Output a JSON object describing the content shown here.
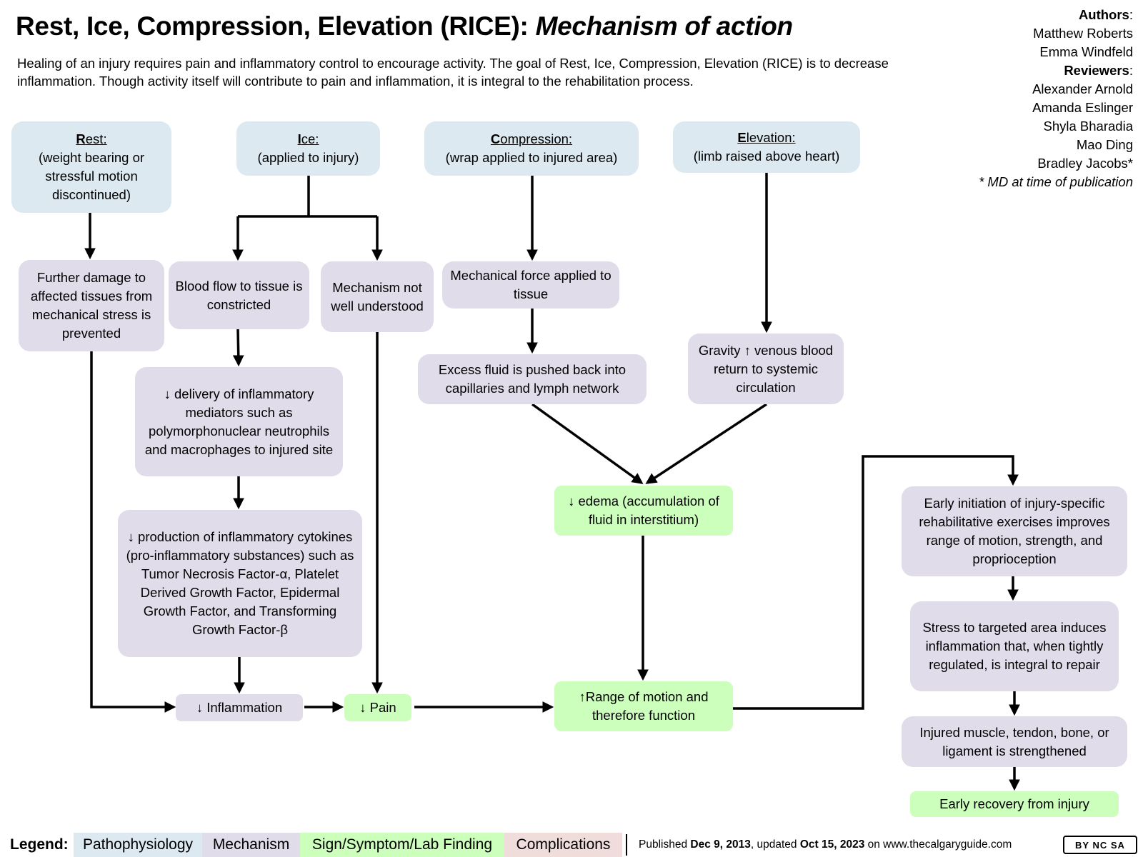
{
  "title": {
    "main": "Rest, Ice, Compression, Elevation (RICE):",
    "sub": "Mechanism of action"
  },
  "intro": "Healing of an injury requires pain and inflammatory control to encourage activity. The goal of Rest, Ice, Compression, Elevation (RICE) is to decrease inflammation. Though activity itself will contribute to pain and inflammation, it is integral to the rehabilitation process.",
  "credits": {
    "authors_heading": "Authors",
    "authors": [
      "Matthew Roberts",
      "Emma Windfeld"
    ],
    "reviewers_heading": "Reviewers",
    "reviewers": [
      "Alexander Arnold",
      "Amanda Eslinger",
      "Shyla Bharadia",
      "Mao Ding",
      "Bradley Jacobs*"
    ],
    "note": "* MD at time of publication"
  },
  "boxes": {
    "rest": {
      "initial": "R",
      "heading_rest": "est:",
      "detail": "(weight bearing or stressful motion discontinued)"
    },
    "ice": {
      "initial": "I",
      "heading_rest": "ce:",
      "detail": "(applied to injury)"
    },
    "compression": {
      "initial": "C",
      "heading_rest": "ompression:",
      "detail": "(wrap applied to injured area)"
    },
    "elevation": {
      "initial": "E",
      "heading_rest": "levation:",
      "detail": "(limb raised above heart)"
    },
    "further_damage": "Further damage to affected tissues from mechanical stress is prevented",
    "blood_flow": "Blood flow to tissue is constricted",
    "mechanism_unknown": "Mechanism not well understood",
    "mechanical_force": "Mechanical force applied to tissue",
    "excess_fluid": "Excess fluid is pushed back into capillaries and lymph network",
    "gravity": "Gravity ↑ venous blood return to systemic circulation",
    "mediators": "↓ delivery of inflammatory mediators such as polymorphonuclear neutrophils and macrophages to injured site",
    "cytokines": "↓ production of inflammatory cytokines (pro-inflammatory substances) such as Tumor Necrosis Factor-α, Platelet Derived Growth Factor, Epidermal Growth Factor, and Transforming Growth Factor-β",
    "edema": "↓ edema (accumulation of fluid in interstitium)",
    "inflammation": "↓ Inflammation",
    "pain": "↓ Pain",
    "range_of_motion": "↑Range of motion and therefore function",
    "early_initiation": "Early initiation of injury-specific rehabilitative exercises improves range of motion, strength, and proprioception",
    "stress": "Stress to targeted area induces inflammation that, when tightly regulated, is integral to repair",
    "strengthened": "Injured muscle, tendon, bone, or ligament is strengthened",
    "early_recovery": "Early recovery from injury"
  },
  "legend": {
    "label": "Legend:",
    "pathophysiology": "Pathophysiology",
    "mechanism": "Mechanism",
    "sign": "Sign/Symptom/Lab Finding",
    "complications": "Complications"
  },
  "published": {
    "prefix": "Published",
    "date": "Dec 9, 2013",
    "mid": ", updated",
    "updated": "Oct 15, 2023",
    "suffix": "on www.thecalgaryguide.com"
  },
  "license": "BY NC SA",
  "colors": {
    "pathophysiology": "#dde9f0",
    "mechanism": "#e0dcea",
    "sign": "#ccffbb",
    "complications": "#f1dcdc"
  }
}
